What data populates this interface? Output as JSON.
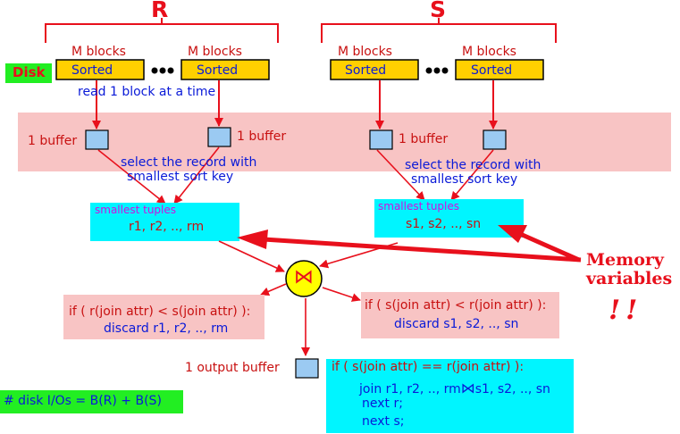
{
  "labels": {
    "r_title": "R",
    "s_title": "S",
    "disk": "Disk",
    "m_blocks": "M blocks",
    "sorted": "Sorted",
    "read_note": "read 1 block at a time",
    "one_buffer": "1 buffer",
    "select_record_line1": "select the record with",
    "select_record_line2": "smallest sort key",
    "smallest_tuples": "smallest tuples",
    "r_tuples": "r1, r2, .., rm",
    "s_tuples": "s1, s2, .., sn",
    "memory_variables_line1": "Memory",
    "memory_variables_line2": "variables",
    "exclaim": "!!",
    "join_symbol": "⋈",
    "cond_r_less": "if ( r(join attr) < s(join attr) ):",
    "discard_r": "discard r1, r2, .., rm",
    "cond_s_less": "if ( s(join attr) < r(join attr) ):",
    "discard_s": "discard  s1, s2, .., sn",
    "output_buffer": "1 output buffer",
    "cond_equal": "if ( s(join attr) == r(join attr) ):",
    "join_r": "join r1, r2, .., rm",
    "join_s": "s1, s2, .., sn",
    "next_r": "next r;",
    "next_s": "next s;",
    "disk_ios": "# disk I/Os = B(R) + B(S)"
  },
  "colors": {
    "red": "#e8101c",
    "dark_red": "#c81010",
    "blue": "#0a1ad8",
    "magenta": "#d010e0",
    "block_yellow": "#ffd000",
    "buffer_blue": "#9bcaf2",
    "pink_band": "#f8c4c4",
    "cyan_box": "#00f5ff",
    "green_box": "#22ee22",
    "join_yellow": "#ffff00"
  }
}
